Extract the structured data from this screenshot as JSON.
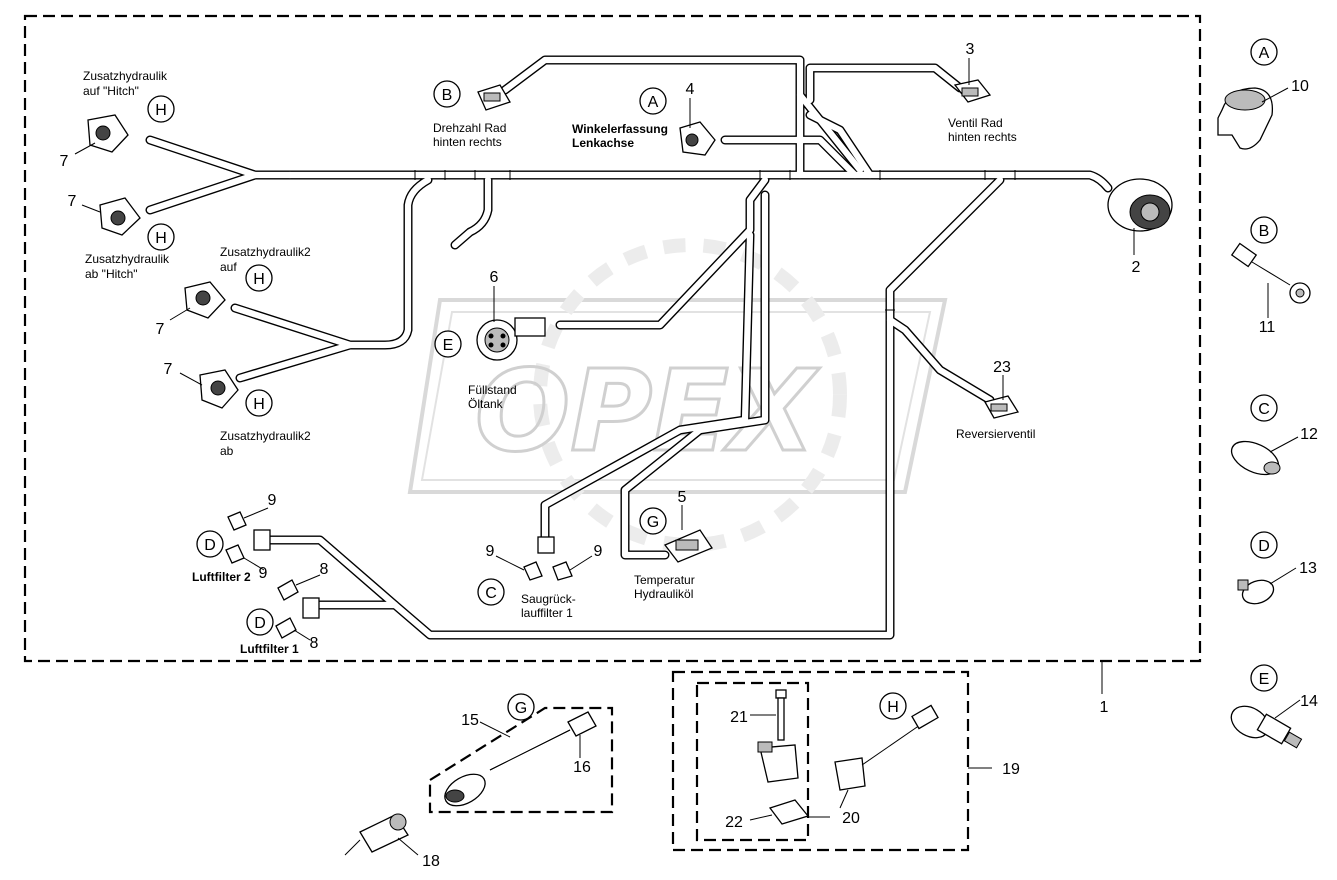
{
  "callouts": {
    "n1": "1",
    "n2": "2",
    "n3": "3",
    "n4": "4",
    "n5": "5",
    "n6": "6",
    "n7": "7",
    "n8": "8",
    "n9": "9",
    "n10": "10",
    "n11": "11",
    "n12": "12",
    "n13": "13",
    "n14": "14",
    "n15": "15",
    "n16": "16",
    "n18": "18",
    "n19": "19",
    "n20": "20",
    "n21": "21",
    "n22": "22",
    "n23": "23"
  },
  "letters": {
    "A": "A",
    "B": "B",
    "C": "C",
    "D": "D",
    "E": "E",
    "G": "G",
    "H": "H"
  },
  "labels": {
    "zh_hitch_auf_1": "Zusatzhydraulik",
    "zh_hitch_auf_2": "auf \"Hitch\"",
    "zh_hitch_ab_1": "Zusatzhydraulik",
    "zh_hitch_ab_2": "ab \"Hitch\"",
    "zh2_auf_1": "Zusatzhydraulik2",
    "zh2_auf_2": "auf",
    "zh2_ab_1": "Zusatzhydraulik2",
    "zh2_ab_2": "ab",
    "drehzahl_1": "Drehzahl Rad",
    "drehzahl_2": "hinten rechts",
    "winkel_1": "Winkelerfassung",
    "winkel_2": "Lenkachse",
    "ventil_1": "Ventil Rad",
    "ventil_2": "hinten rechts",
    "fuell_1": "Füllstand",
    "fuell_2": "Öltank",
    "reversier": "Reversierventil",
    "luftfilter2": "Luftfilter 2",
    "luftfilter1": "Luftfilter 1",
    "saug_1": "Saugrück-",
    "saug_2": "lauffilter 1",
    "temp_1": "Temperatur",
    "temp_2": "Hydrauliköl"
  },
  "watermark": "OPEX"
}
